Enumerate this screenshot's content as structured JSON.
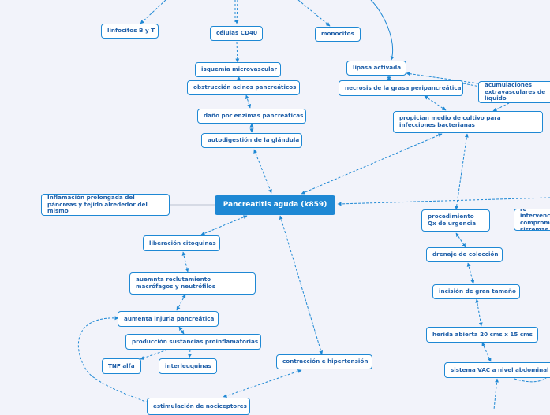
{
  "colors": {
    "background": "#f2f3fa",
    "node_border": "#1e88d4",
    "node_text": "#1f5fa8",
    "main_fill": "#1e88d4",
    "main_text": "#ffffff"
  },
  "nodes": {
    "main": "Pancreatitis aguda (k859)",
    "definition": "Inflamación prolongada del páncreas y tejido alrededor del mismo",
    "linfocitos": "linfocitos B y T",
    "celulas_cd40": "células CD40",
    "monocitos": "monocitos",
    "isquemia": "isquemia microvascular",
    "obstruccion": "obstrucción acinos pancreáticos",
    "dano": "daño por enzimas pancreáticas",
    "autodigestion": "autodigestión de la glándula",
    "lipasa": "lipasa activada",
    "necrosis": "necrosis de la grasa peripancreática",
    "acumulaciones": "acumulaciones extravasculares de líquido",
    "propician": "propician medio de cultivo para infecciones bacterianas",
    "procedimiento": "procedimiento Qx de urgencia",
    "reintervencion": "re intervención, compromiso de sistemas",
    "drenaje": "drenaje de colección",
    "incision": "incisión de gran tamaño",
    "herida": "herida abierta 20 cms  x 15 cms",
    "vac": "sistema VAC a nivel abdominal",
    "liberacion": "liberación citoquinas",
    "reclutamiento": "auemnta reclutamiento macrófagos y neutrófilos",
    "injuria": "aumenta injuria pancreática",
    "produccion": "producción sustancias proinflamatorias",
    "tnf": "TNF alfa",
    "interleuquinas": "interleuquinas",
    "contraccion": "contracción e hipertensión",
    "estimulacion": "estimulación de nociceptores"
  }
}
